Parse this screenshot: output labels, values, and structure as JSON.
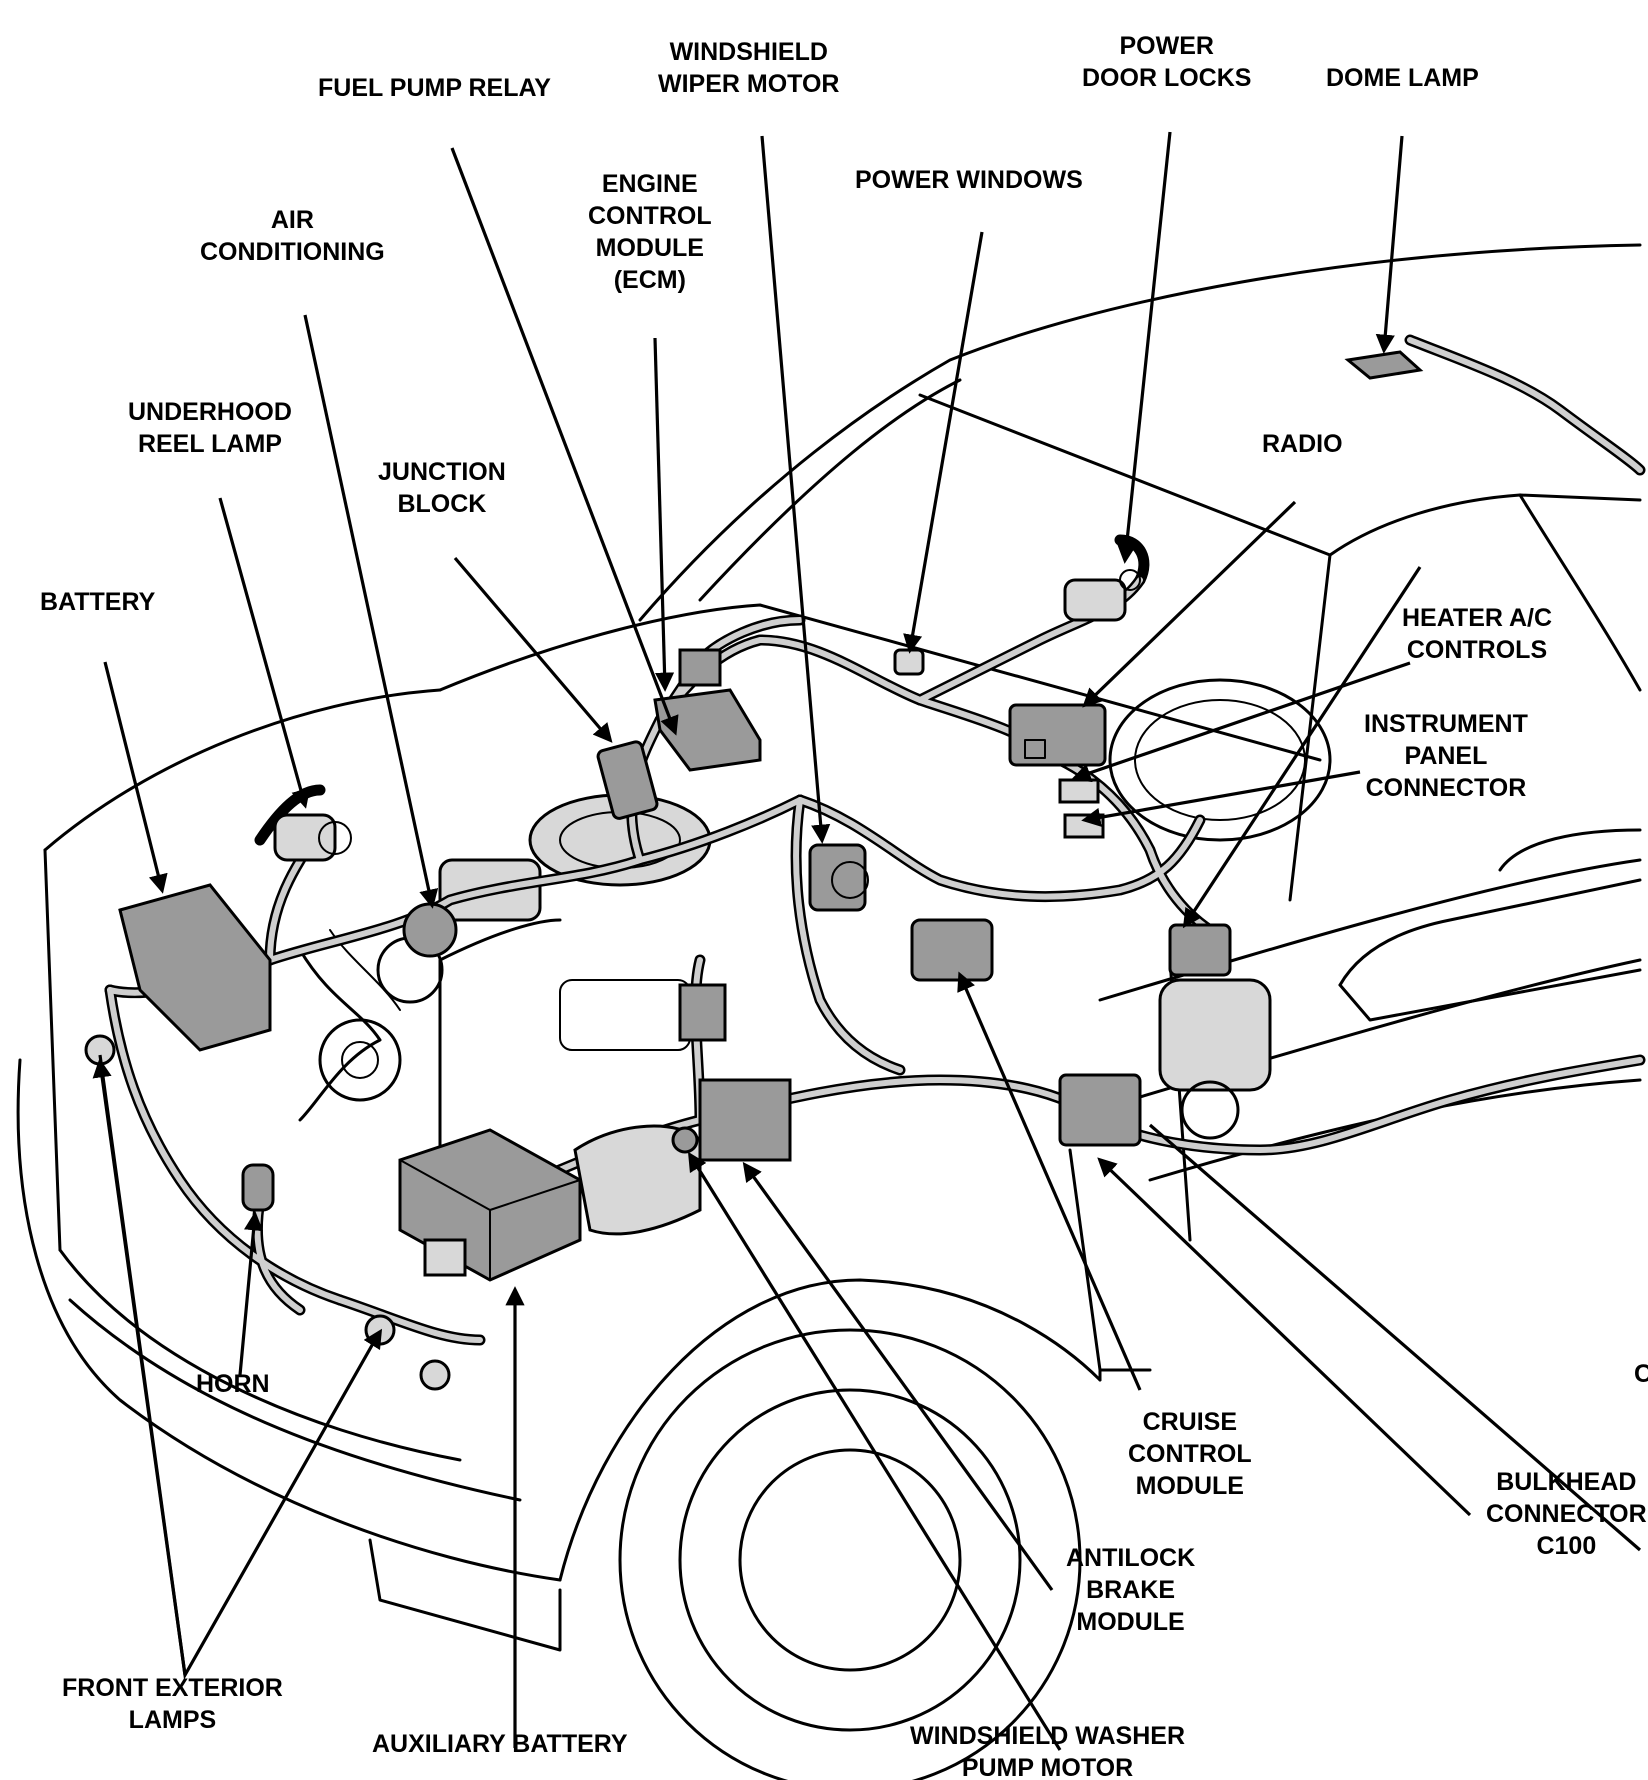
{
  "labels": {
    "fuel_pump_relay": "FUEL PUMP RELAY",
    "windshield_wiper_motor": [
      "WINDSHIELD",
      "WIPER MOTOR"
    ],
    "power_door_locks": [
      "POWER",
      "DOOR LOCKS"
    ],
    "dome_lamp": "DOME LAMP",
    "engine_control_module": [
      "ENGINE",
      "CONTROL",
      "MODULE",
      "(ECM)"
    ],
    "power_windows": "POWER WINDOWS",
    "air_conditioning": [
      "AIR",
      "CONDITIONING"
    ],
    "underhood_reel_lamp": [
      "UNDERHOOD",
      "REEL LAMP"
    ],
    "radio": "RADIO",
    "junction_block": [
      "JUNCTION",
      "BLOCK"
    ],
    "battery": "BATTERY",
    "heater_ac_controls": [
      "HEATER A/C",
      "CONTROLS"
    ],
    "instrument_panel_connector": [
      "INSTRUMENT",
      "PANEL",
      "CONNECTOR"
    ],
    "horn": "HORN",
    "cruise_control_module": [
      "CRUISE",
      "CONTROL",
      "MODULE"
    ],
    "bulkhead_connector": [
      "BULKHEAD",
      "CONNECTOR",
      "C100"
    ],
    "antilock_brake_module": [
      "ANTILOCK",
      "BRAKE",
      "MODULE"
    ],
    "front_exterior_lamps": [
      "FRONT EXTERIOR",
      "LAMPS"
    ],
    "auxiliary_battery": "AUXILIARY BATTERY",
    "windshield_washer_pump_motor": [
      "WINDSHIELD WASHER",
      "PUMP MOTOR"
    ],
    "cut_off_fragment": "C"
  }
}
